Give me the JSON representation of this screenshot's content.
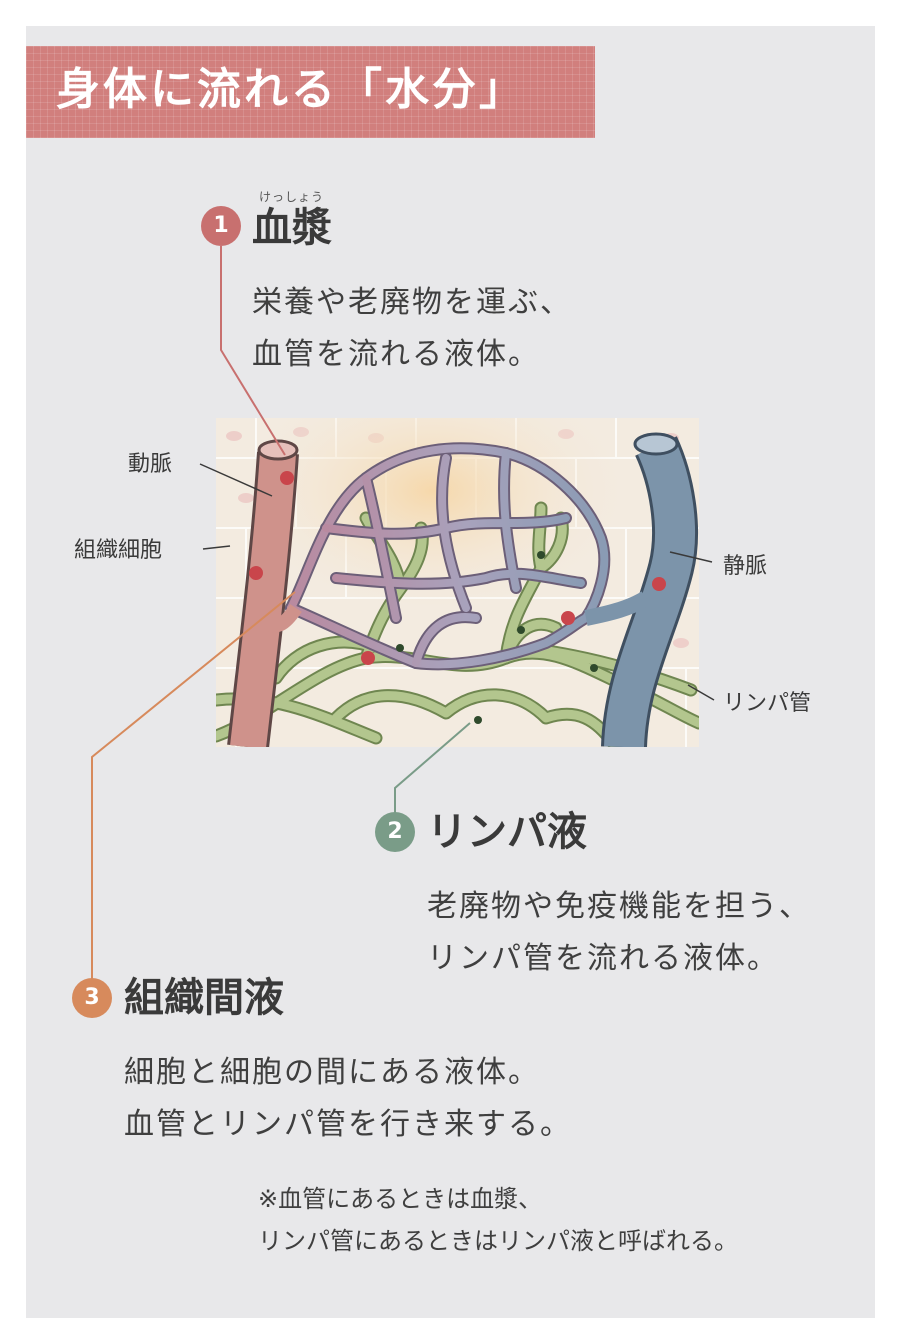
{
  "title": "身体に流れる「水分」",
  "items": [
    {
      "number": "1",
      "name": "血漿",
      "ruby": "けっしょう",
      "color": "#c8706f",
      "description": [
        "栄養や老廃物を運ぶ、",
        "血管を流れる液体。"
      ]
    },
    {
      "number": "2",
      "name": "リンパ液",
      "color": "#7a9c88",
      "description": [
        "老廃物や免疫機能を担う、",
        "リンパ管を流れる液体。"
      ]
    },
    {
      "number": "3",
      "name": "組織間液",
      "color": "#d78a5c",
      "description": [
        "細胞と細胞の間にある液体。",
        "血管とリンパ管を行き来する。"
      ]
    }
  ],
  "diagram_labels": {
    "artery": "動脈",
    "tissue_cell": "組織細胞",
    "vein": "静脈",
    "lymph_vessel": "リンパ管"
  },
  "note": [
    "※血管にあるときは血漿、",
    "リンパ管にあるときはリンパ液と呼ばれる。"
  ],
  "colors": {
    "banner": "#d17f7d",
    "artery": "#c98b85",
    "vein": "#7590a8",
    "lymph": "#8aa060",
    "background": "#e8e8ea"
  }
}
